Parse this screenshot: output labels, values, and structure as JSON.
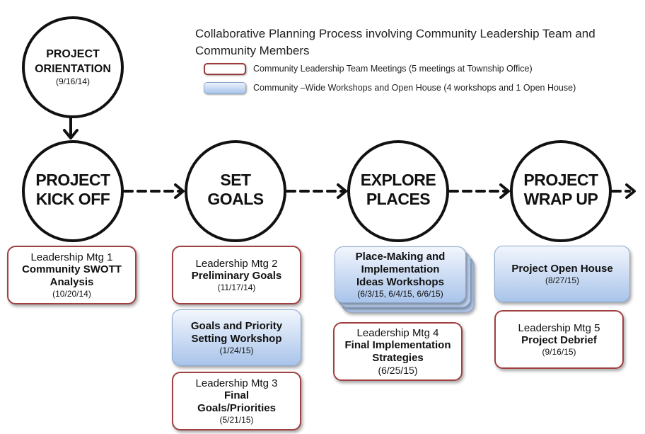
{
  "legend": {
    "title": "Collaborative Planning Process involving Community Leadership Team and Community Members",
    "leadership_text": "Community Leadership Team Meetings (5 meetings at Township Office)",
    "workshop_text": "Community –Wide Workshops and Open House (4 workshops and 1 Open House)",
    "colors": {
      "leadership_border": "#a04040",
      "workshop_fill": "#a9c4ea"
    }
  },
  "phases": {
    "orientation": {
      "name": "PROJECT\nORIENTATION",
      "date": "(9/16/14)"
    },
    "kickoff": {
      "name": "PROJECT\nKICK OFF"
    },
    "goals": {
      "name": "SET\nGOALS"
    },
    "explore": {
      "name": "EXPLORE\nPLACES"
    },
    "wrapup": {
      "name": "PROJECT\nWRAP UP"
    }
  },
  "meetings": {
    "kickoff_mtg1": {
      "label": "Leadership Mtg 1",
      "title": "Community SWOTT\nAnalysis",
      "date": "(10/20/14)"
    },
    "goals_mtg2": {
      "label": "Leadership Mtg 2",
      "title": "Preliminary Goals",
      "date": "(11/17/14)"
    },
    "goals_workshop": {
      "title": "Goals and Priority\nSetting Workshop",
      "date": "(1/24/15)"
    },
    "goals_mtg3": {
      "label": "Leadership Mtg 3",
      "title": "Final\nGoals/Priorities",
      "date": "(5/21/15)"
    },
    "explore_workshops": {
      "title": "Place-Making and\nImplementation\nIdeas Workshops",
      "date": "(6/3/15, 6/4/15, 6/6/15)"
    },
    "explore_mtg4": {
      "label": "Leadership Mtg 4",
      "title": "Final Implementation\nStrategies",
      "date": "(6/25/15)"
    },
    "wrap_openhouse": {
      "title": "Project Open House",
      "date": "(8/27/15)"
    },
    "wrap_mtg5": {
      "label": "Leadership Mtg 5",
      "title": "Project Debrief",
      "date": "(9/16/15)"
    }
  }
}
